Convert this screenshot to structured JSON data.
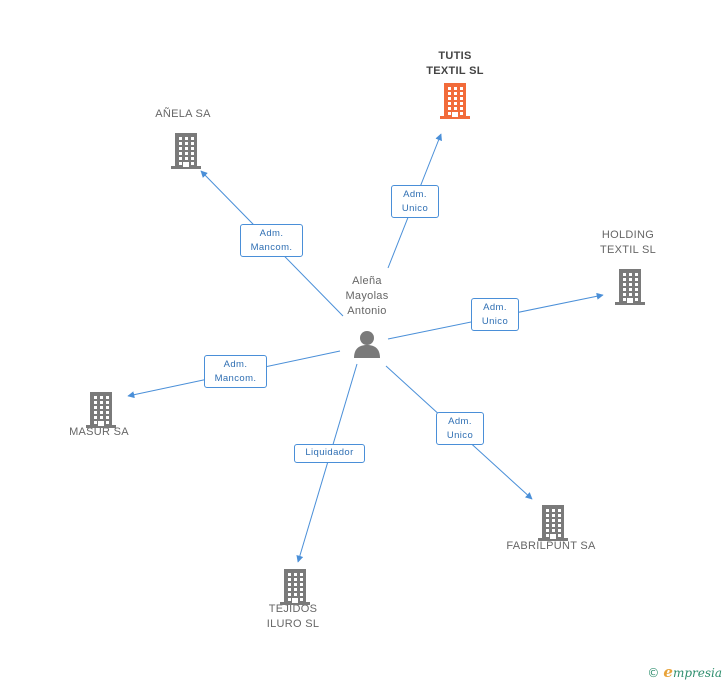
{
  "person": {
    "name": "Aleña\nMayolas\nAntonio"
  },
  "companies": [
    {
      "id": "tutis",
      "name": "TUTIS\nTEXTIL  SL",
      "highlight": true
    },
    {
      "id": "anela",
      "name": "AÑELA SA",
      "highlight": false
    },
    {
      "id": "holding",
      "name": "HOLDING\nTEXTIL SL",
      "highlight": false
    },
    {
      "id": "masur",
      "name": "MASUR SA",
      "highlight": false
    },
    {
      "id": "fabrilpunt",
      "name": "FABRILPUNT SA",
      "highlight": false
    },
    {
      "id": "tejidos",
      "name": "TEJIDOS\nILURO SL",
      "highlight": false
    }
  ],
  "relations": [
    {
      "to": "tutis",
      "label": "Adm.\nUnico"
    },
    {
      "to": "anela",
      "label": "Adm.\nMancom."
    },
    {
      "to": "holding",
      "label": "Adm.\nUnico"
    },
    {
      "to": "masur",
      "label": "Adm.\nMancom."
    },
    {
      "to": "fabrilpunt",
      "label": "Adm.\nUnico"
    },
    {
      "to": "tejidos",
      "label": "Liquidador"
    }
  ],
  "colors": {
    "edge": "#4a8fd8",
    "building": "#7a7a7a",
    "highlight": "#f26b3a",
    "person": "#7a7a7a"
  },
  "footer": {
    "copyright": "©",
    "brand_initial": "e",
    "brand_rest": "mpresia"
  }
}
